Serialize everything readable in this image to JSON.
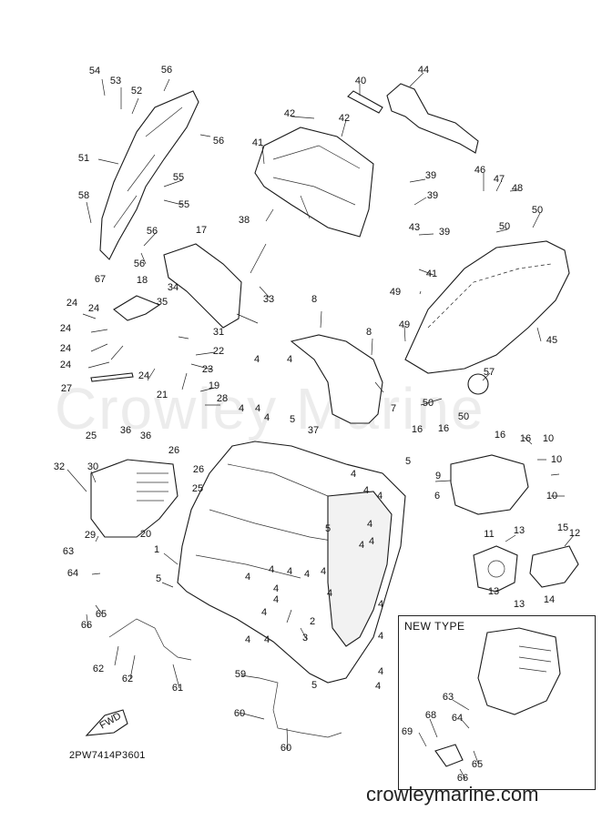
{
  "watermark": "Crowley Marine",
  "diagram_code": "2PW7414P3601",
  "site": "crowleymarine.com",
  "new_type_label": "NEW TYPE",
  "fwd_label": "FWD",
  "callouts": [
    "1",
    "2",
    "3",
    "4",
    "4",
    "4",
    "4",
    "4",
    "4",
    "4",
    "4",
    "4",
    "4",
    "4",
    "4",
    "4",
    "4",
    "4",
    "4",
    "4",
    "4",
    "4",
    "4",
    "4",
    "4",
    "4",
    "4",
    "4",
    "4",
    "5",
    "5",
    "5",
    "5",
    "5",
    "6",
    "7",
    "8",
    "8",
    "9",
    "10",
    "10",
    "10",
    "11",
    "12",
    "13",
    "13",
    "13",
    "14",
    "15",
    "16",
    "16",
    "16",
    "16",
    "17",
    "18",
    "19",
    "20",
    "21",
    "22",
    "23",
    "24",
    "24",
    "24",
    "24",
    "24",
    "24",
    "25",
    "25",
    "26",
    "26",
    "27",
    "28",
    "29",
    "30",
    "31",
    "32",
    "33",
    "34",
    "35",
    "36",
    "36",
    "37",
    "38",
    "39",
    "39",
    "39",
    "40",
    "41",
    "41",
    "42",
    "42",
    "43",
    "44",
    "45",
    "46",
    "47",
    "48",
    "49",
    "49",
    "50",
    "50",
    "50",
    "50",
    "51",
    "52",
    "53",
    "54",
    "55",
    "55",
    "56",
    "56",
    "56",
    "56",
    "57",
    "58",
    "59",
    "60",
    "60",
    "61",
    "62",
    "62",
    "63",
    "63",
    "64",
    "64",
    "65",
    "65",
    "66",
    "66",
    "67",
    "68",
    "69"
  ]
}
